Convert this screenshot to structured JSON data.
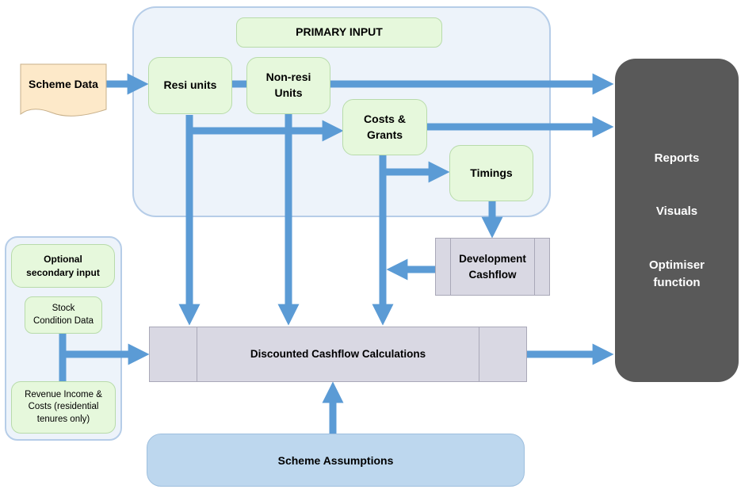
{
  "primary": {
    "label": "PRIMARY INPUT"
  },
  "scheme_data": {
    "label": "Scheme Data"
  },
  "resi_units": {
    "label": "Resi units"
  },
  "nonresi_units": {
    "line1": "Non-resi",
    "line2": "Units"
  },
  "costs_grants": {
    "line1": "Costs &",
    "line2": "Grants"
  },
  "timings": {
    "label": "Timings"
  },
  "dev_cashflow": {
    "line1": "Development",
    "line2": "Cashflow"
  },
  "optional": {
    "line1": "Optional",
    "line2": "secondary input"
  },
  "stock_condition": {
    "line1": "Stock",
    "line2": "Condition Data"
  },
  "revenue": {
    "line1": "Revenue Income &",
    "line2": "Costs (residential",
    "line3": "tenures only)"
  },
  "dcf": {
    "label": "Discounted Cashflow Calculations"
  },
  "assumptions": {
    "label": "Scheme Assumptions"
  },
  "outputs": {
    "reports": "Reports",
    "visuals": "Visuals",
    "optimiser1": "Optimiser",
    "optimiser2": "function"
  },
  "colors": {
    "arrow": "#5b9bd5",
    "green_fill": "#e6f8dc",
    "container_fill": "#edf3fa",
    "dark_fill": "#595959",
    "process_fill": "#d9d8e3",
    "assumptions_fill": "#bdd7ee",
    "doc_fill": "#fde9c9"
  }
}
